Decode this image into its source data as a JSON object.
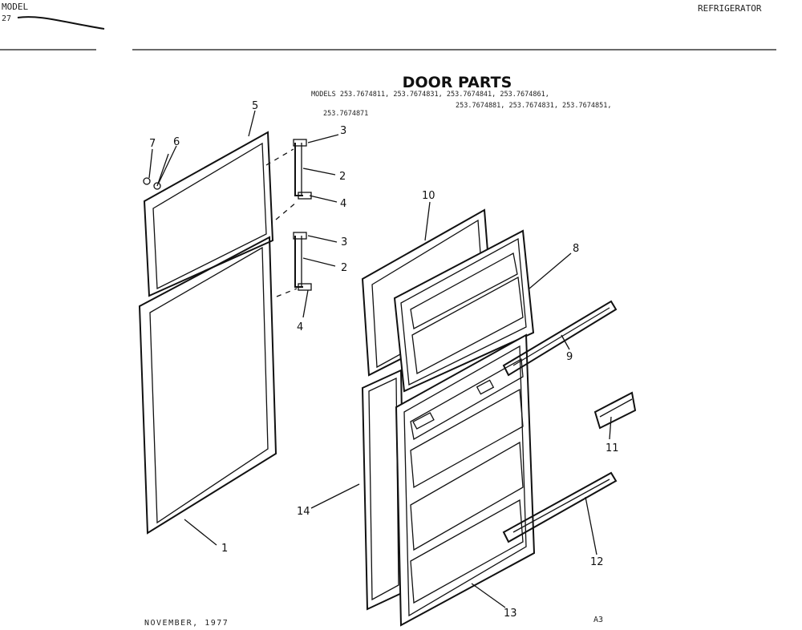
{
  "header": {
    "corner_text": "MODEL",
    "corner_sub": "27",
    "right_text": "REFRIGERATOR"
  },
  "title": "DOOR PARTS",
  "models": {
    "line1": "MODELS 253.7674811, 253.7674831, 253.7674841, 253.7674861,",
    "line2": "253.7674881, 253.7674831, 253.7674851,",
    "line3": "253.7674871"
  },
  "callouts": [
    "1",
    "2",
    "2",
    "3",
    "3",
    "4",
    "4",
    "5",
    "6",
    "7",
    "8",
    "9",
    "10",
    "11",
    "12",
    "13",
    "14"
  ],
  "footer": {
    "date": "NOVEMBER, 1977",
    "page_code": "A3"
  }
}
